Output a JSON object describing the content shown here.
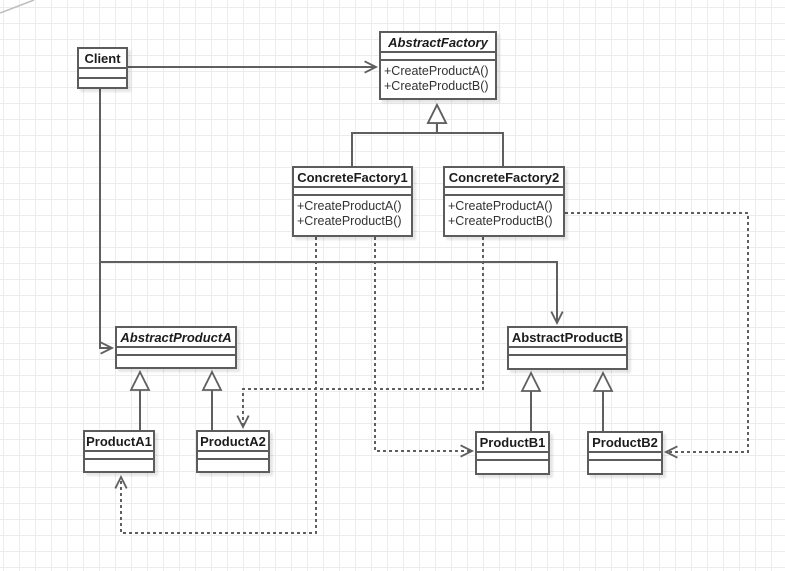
{
  "classes": [
    {
      "id": "client",
      "name": "Client",
      "abstract": false,
      "methods": []
    },
    {
      "id": "abstract-factory",
      "name": "AbstractFactory",
      "abstract": true,
      "methods": [
        "+CreateProductA()",
        "+CreateProductB()"
      ]
    },
    {
      "id": "concrete-factory-1",
      "name": "ConcreteFactory1",
      "abstract": false,
      "methods": [
        "+CreateProductA()",
        "+CreateProductB()"
      ]
    },
    {
      "id": "concrete-factory-2",
      "name": "ConcreteFactory2",
      "abstract": false,
      "methods": [
        "+CreateProductA()",
        "+CreateProductB()"
      ]
    },
    {
      "id": "abstract-product-a",
      "name": "AbstractProductA",
      "abstract": true,
      "methods": []
    },
    {
      "id": "abstract-product-b",
      "name": "AbstractProductB",
      "abstract": false,
      "methods": []
    },
    {
      "id": "product-a1",
      "name": "ProductA1",
      "abstract": false,
      "methods": []
    },
    {
      "id": "product-a2",
      "name": "ProductA2",
      "abstract": false,
      "methods": []
    },
    {
      "id": "product-b1",
      "name": "ProductB1",
      "abstract": false,
      "methods": []
    },
    {
      "id": "product-b2",
      "name": "ProductB2",
      "abstract": false,
      "methods": []
    }
  ],
  "edges": [
    {
      "from": "Client",
      "to": "AbstractFactory",
      "type": "association",
      "line": "solid",
      "arrowhead": "open"
    },
    {
      "from": "Client",
      "to": "AbstractProductA",
      "type": "association",
      "line": "solid",
      "arrowhead": "open"
    },
    {
      "from": "Client",
      "to": "AbstractProductB",
      "type": "association",
      "line": "solid",
      "arrowhead": "open"
    },
    {
      "from": "ConcreteFactory1",
      "to": "AbstractFactory",
      "type": "generalization",
      "line": "solid",
      "arrowhead": "hollow-triangle"
    },
    {
      "from": "ConcreteFactory2",
      "to": "AbstractFactory",
      "type": "generalization",
      "line": "solid",
      "arrowhead": "hollow-triangle"
    },
    {
      "from": "ProductA1",
      "to": "AbstractProductA",
      "type": "generalization",
      "line": "solid",
      "arrowhead": "hollow-triangle"
    },
    {
      "from": "ProductA2",
      "to": "AbstractProductA",
      "type": "generalization",
      "line": "solid",
      "arrowhead": "hollow-triangle"
    },
    {
      "from": "ProductB1",
      "to": "AbstractProductB",
      "type": "generalization",
      "line": "solid",
      "arrowhead": "hollow-triangle"
    },
    {
      "from": "ProductB2",
      "to": "AbstractProductB",
      "type": "generalization",
      "line": "solid",
      "arrowhead": "hollow-triangle"
    },
    {
      "from": "ConcreteFactory1",
      "to": "ProductA1",
      "type": "dependency",
      "line": "dashed",
      "arrowhead": "open"
    },
    {
      "from": "ConcreteFactory1",
      "to": "ProductB1",
      "type": "dependency",
      "line": "dashed",
      "arrowhead": "open"
    },
    {
      "from": "ConcreteFactory2",
      "to": "ProductA2",
      "type": "dependency",
      "line": "dashed",
      "arrowhead": "open"
    },
    {
      "from": "ConcreteFactory2",
      "to": "ProductB2",
      "type": "dependency",
      "line": "dashed",
      "arrowhead": "open"
    }
  ],
  "colors": {
    "background": "#ffffff",
    "grid_line": "#ececec",
    "box_fill": "#ffffff",
    "stroke": "#5c5c5c",
    "edge_stroke": "#5f5f5f",
    "title_text": "#1c1c1c",
    "method_text": "#333333"
  }
}
